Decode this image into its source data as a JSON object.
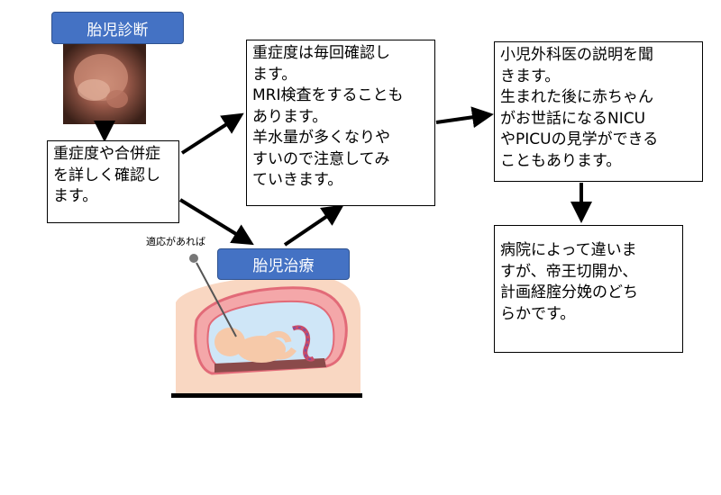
{
  "diagnosis": {
    "title": "胎児診断",
    "evaluate_text": "重症度や合併症\nを詳しく確認し\nます。"
  },
  "severity_box": {
    "text": "重症度は毎回確認し\nます。\nMRI検査をすることも\nあります。\n羊水量が多くなりや\nすいので注意してみ\nていきます。"
  },
  "surgeon_box": {
    "text": "小児外科医の説明を聞\nきます。\n生まれた後に赤ちゃん\nがお世話になるNICU\nやPICUの見学ができる\nこともあります。"
  },
  "delivery_box": {
    "text": "病院によって違いま\nすが、帝王切開か、\n計画経腟分娩のどち\nらかです。"
  },
  "treatment": {
    "title": "胎児治療",
    "indication_label": "適応があれば"
  },
  "colors": {
    "pill_fill": "#4472c4",
    "arrow": "#000000",
    "uterus_wall": "#e26a78",
    "skin": "#f6c9a9",
    "fluid": "#cfe6f7"
  }
}
